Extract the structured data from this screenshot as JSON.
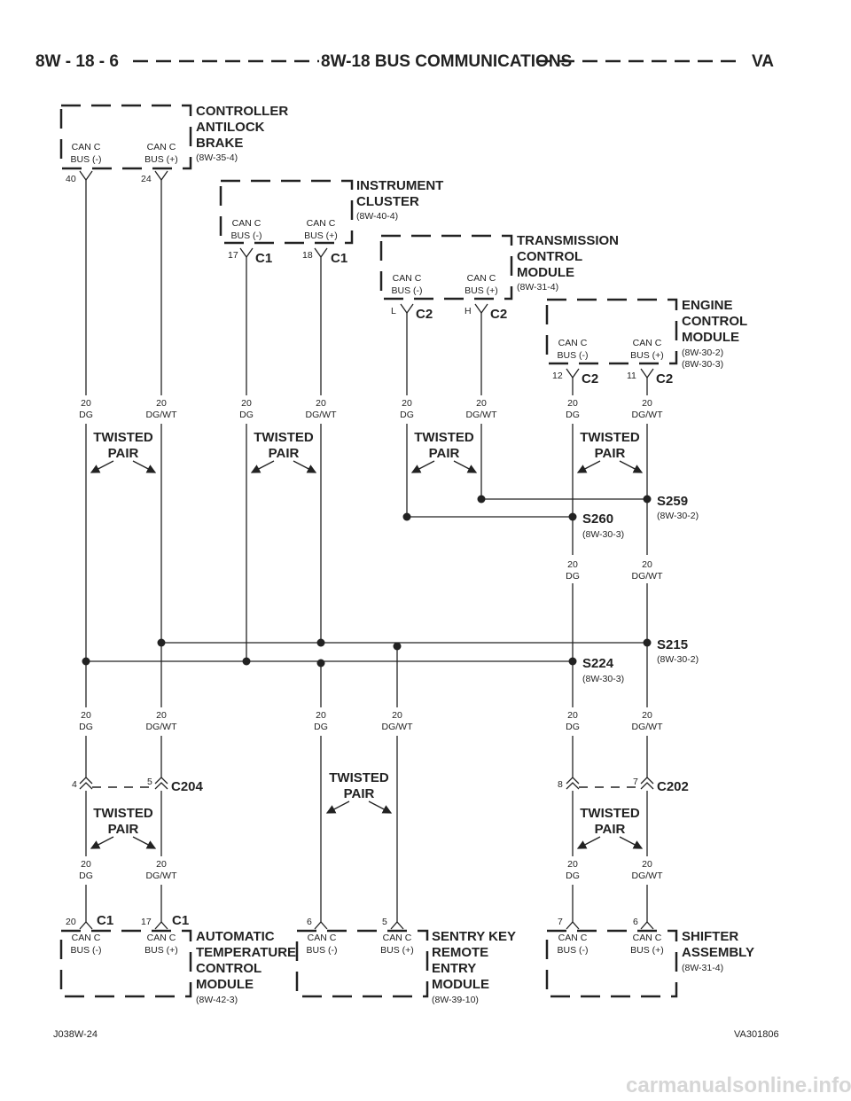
{
  "header": {
    "left": "8W - 18 - 6",
    "center": "8W-18 BUS COMMUNICATIONS",
    "right": "VA"
  },
  "modules": {
    "abs": {
      "title": [
        "CONTROLLER",
        "ANTILOCK",
        "BRAKE"
      ],
      "ref": "(8W-35-4)"
    },
    "ic": {
      "title": [
        "INSTRUMENT",
        "CLUSTER"
      ],
      "ref": "(8W-40-4)"
    },
    "tcm": {
      "title": [
        "TRANSMISSION",
        "CONTROL",
        "MODULE"
      ],
      "ref": "(8W-31-4)"
    },
    "ecm": {
      "title": [
        "ENGINE",
        "CONTROL",
        "MODULE"
      ],
      "ref": "(8W-30-2)",
      "ref2": "(8W-30-3)"
    },
    "atc": {
      "title": [
        "AUTOMATIC",
        "TEMPERATURE",
        "CONTROL",
        "MODULE"
      ],
      "ref": "(8W-42-3)"
    },
    "skreem": {
      "title": [
        "SENTRY KEY",
        "REMOTE",
        "ENTRY",
        "MODULE"
      ],
      "ref": "(8W-39-10)"
    },
    "shifter": {
      "title": [
        "SHIFTER",
        "ASSEMBLY"
      ],
      "ref": "(8W-31-4)"
    }
  },
  "pin_labels": {
    "bus_line1": "CAN C",
    "bus_minus": "BUS (-)",
    "bus_plus": "BUS (+)"
  },
  "pins": {
    "abs_minus": "40",
    "abs_plus": "24",
    "ic_minus": "17",
    "ic_plus": "18",
    "tcm_minus": "L",
    "tcm_plus": "H",
    "ecm_minus": "12",
    "ecm_plus": "11",
    "atc_minus": "20",
    "atc_plus": "17",
    "skreem_minus": "6",
    "skreem_plus": "5",
    "shifter_minus": "7",
    "shifter_plus": "6",
    "c204_minus": "4",
    "c204_plus": "5",
    "c202_minus": "8",
    "c202_plus": "7"
  },
  "connectors": {
    "c1": "C1",
    "c2": "C2",
    "c204": "C204",
    "c202": "C202"
  },
  "wires": {
    "gauge": "20",
    "dg": "DG",
    "dgwt": "DG/WT"
  },
  "twisted_pair": {
    "line1": "TWISTED",
    "line2": "PAIR"
  },
  "splices": {
    "s259": {
      "name": "S259",
      "ref": "(8W-30-2)"
    },
    "s260": {
      "name": "S260",
      "ref": "(8W-30-3)"
    },
    "s215": {
      "name": "S215",
      "ref": "(8W-30-2)"
    },
    "s224": {
      "name": "S224",
      "ref": "(8W-30-3)"
    }
  },
  "footer": {
    "left": "J038W-24",
    "right": "VA301806"
  },
  "watermark": "carmanualsonline.info",
  "colors": {
    "ink": "#222222",
    "watermark": "#d6d6d6"
  }
}
